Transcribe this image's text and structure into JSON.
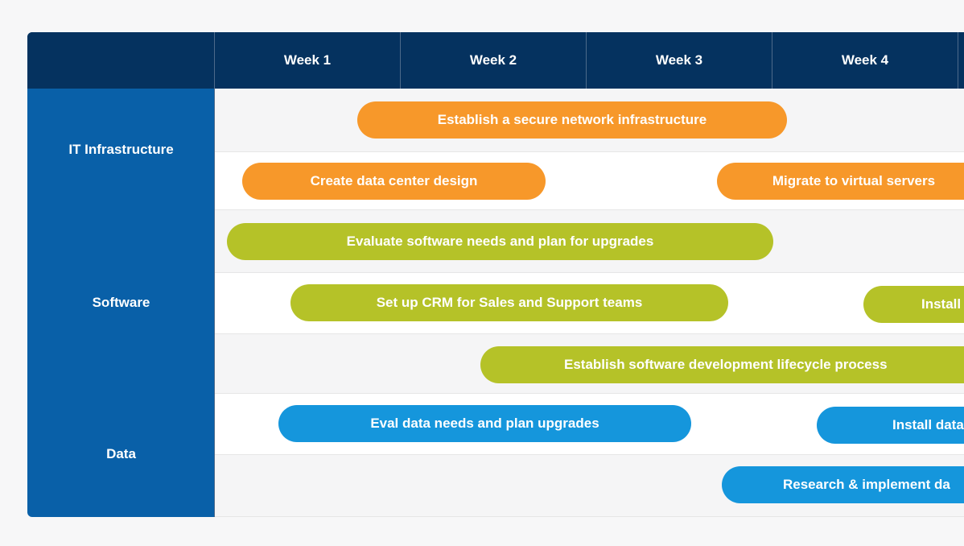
{
  "weeks": [
    "Week 1",
    "Week 2",
    "Week 3",
    "Week 4"
  ],
  "groups": {
    "it_infrastructure": "IT Infrastructure",
    "software": "Software",
    "data": "Data"
  },
  "tasks": {
    "secure_network": "Establish a secure network infrastructure",
    "data_center": "Create data center design",
    "virtual_servers": "Migrate to virtual servers",
    "evaluate_software": "Evaluate software needs and plan for upgrades",
    "crm": "Set up CRM for Sales and Support teams",
    "install_software": "Install",
    "sdlc": "Establish software development lifecycle process",
    "eval_data": "Eval data needs and plan upgrades",
    "install_data": "Install data",
    "research_data": "Research & implement da"
  },
  "colors": {
    "header": "#05325f",
    "sidebar": "#0960a8",
    "it_infrastructure": "#f7982a",
    "software": "#b5c228",
    "data": "#1596dc"
  }
}
